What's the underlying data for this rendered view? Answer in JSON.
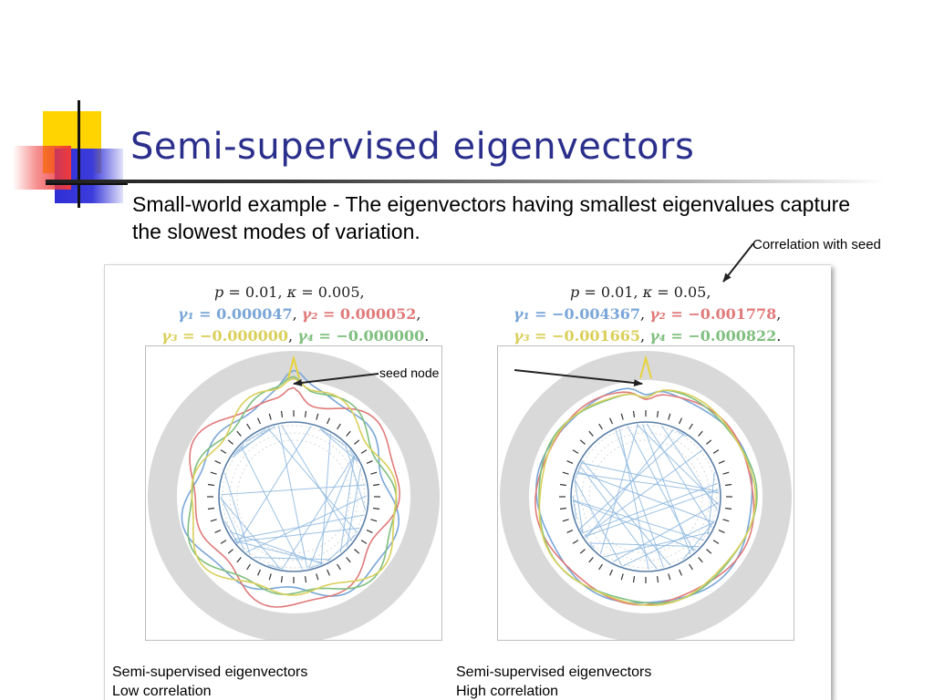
{
  "slide": {
    "title": "Semi-supervised eigenvectors",
    "subtitle": "Small-world example - The eigenvectors having smallest eigenvalues capture the slowest modes of variation.",
    "callout_correlation": "Correlation with seed",
    "colors": {
      "title": "#2b2f8c",
      "deco_yellow": "#ffd400",
      "deco_blue": "#2e2ed6",
      "deco_red": "#f03a3a",
      "eig_blue": "#7aa6d8",
      "eig_red": "#e07a7a",
      "eig_yellow": "#d9cf5a",
      "eig_green": "#7fbf7f"
    }
  },
  "panels": [
    {
      "params": {
        "p_symbol": "p",
        "p_value": "0.01",
        "kappa_symbol": "κ",
        "kappa_value": "0.005"
      },
      "gammas": [
        {
          "symbol": "γ₁",
          "value": "0.000047"
        },
        {
          "symbol": "γ₂",
          "value": "0.000052"
        },
        {
          "symbol": "γ₃",
          "value": "−0.000000"
        },
        {
          "symbol": "γ₄",
          "value": "−0.000000"
        }
      ],
      "seed_label": "seed node",
      "caption_line1": "Semi-supervised eigenvectors",
      "caption_line2": "Low correlation"
    },
    {
      "params": {
        "p_symbol": "p",
        "p_value": "0.01",
        "kappa_symbol": "κ",
        "kappa_value": "0.05"
      },
      "gammas": [
        {
          "symbol": "γ₁",
          "value": "−0.004367"
        },
        {
          "symbol": "γ₂",
          "value": "−0.001778"
        },
        {
          "symbol": "γ₃",
          "value": "−0.001665"
        },
        {
          "symbol": "γ₄",
          "value": "−0.000822"
        }
      ],
      "caption_line1": "Semi-supervised eigenvectors",
      "caption_line2": "High correlation"
    }
  ]
}
